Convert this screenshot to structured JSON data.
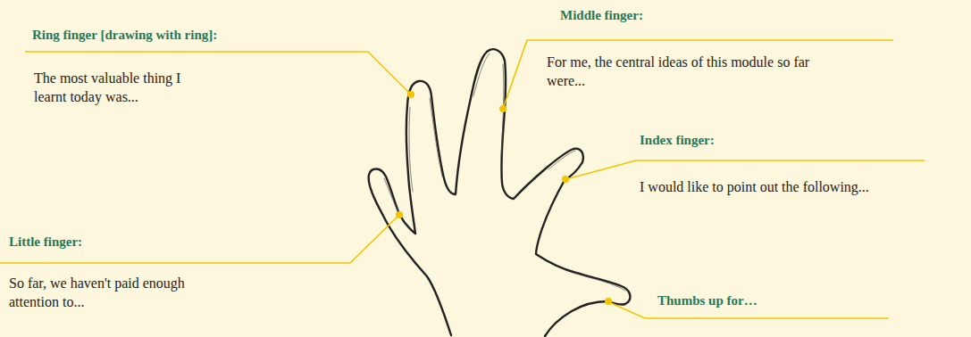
{
  "diagram": {
    "labels": [
      "Middle finger:",
      "For me, the central ideas of this module so far were...",
      "Ring finger [drawing with ring]:",
      "The most valuable thing I learnt today was...",
      "Index finger:",
      "I would like to point out the following...",
      "Little finger:",
      "So far, we haven't paid enough attention to...",
      "Thumbs up for…"
    ]
  }
}
